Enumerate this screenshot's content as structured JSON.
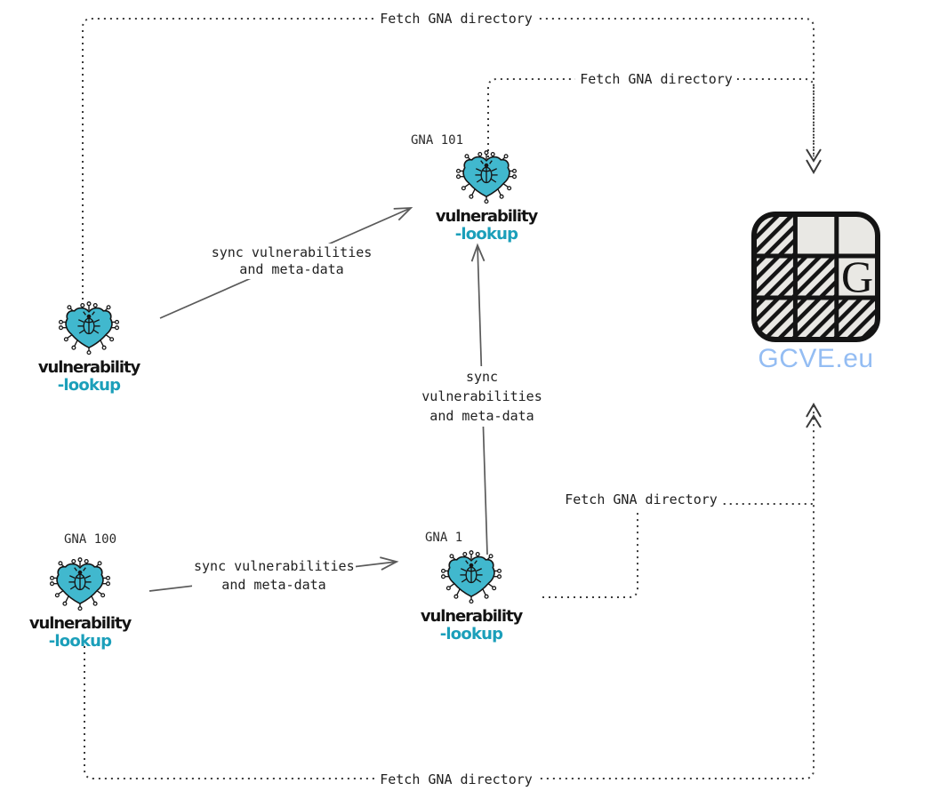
{
  "nodes": {
    "left": {
      "brand1": "vulnerability",
      "brand2": "-lookup"
    },
    "gna101": {
      "label": "GNA 101",
      "brand1": "vulnerability",
      "brand2": "-lookup"
    },
    "gna100": {
      "label": "GNA 100",
      "brand1": "vulnerability",
      "brand2": "-lookup"
    },
    "gna1": {
      "label": "GNA 1",
      "brand1": "vulnerability",
      "brand2": "-lookup"
    },
    "gcve": {
      "letter": "G",
      "caption": "GCVE.eu"
    }
  },
  "edges": {
    "fetch_top": "Fetch GNA directory",
    "fetch_upper": "Fetch GNA directory",
    "fetch_mid": "Fetch GNA directory",
    "fetch_bottom": "Fetch GNA directory",
    "sync_upper": {
      "line1": "sync vulnerabilities",
      "line2": "and meta-data"
    },
    "sync_vertical": {
      "line1": "sync",
      "line2": "vulnerabilities",
      "line3": "and meta-data"
    },
    "sync_lower": {
      "line1": "sync vulnerabilities",
      "line2": "and meta-data"
    }
  },
  "colors": {
    "brand_teal_text": "#1b9fba",
    "shield_teal": "#41b8ce",
    "gcve_blue": "#94bdf3",
    "gcve_cell_bg": "#e9e8e4",
    "edge_solid_gray": "#5a5a5a",
    "edge_dotted_dark": "#3a3a3a"
  }
}
